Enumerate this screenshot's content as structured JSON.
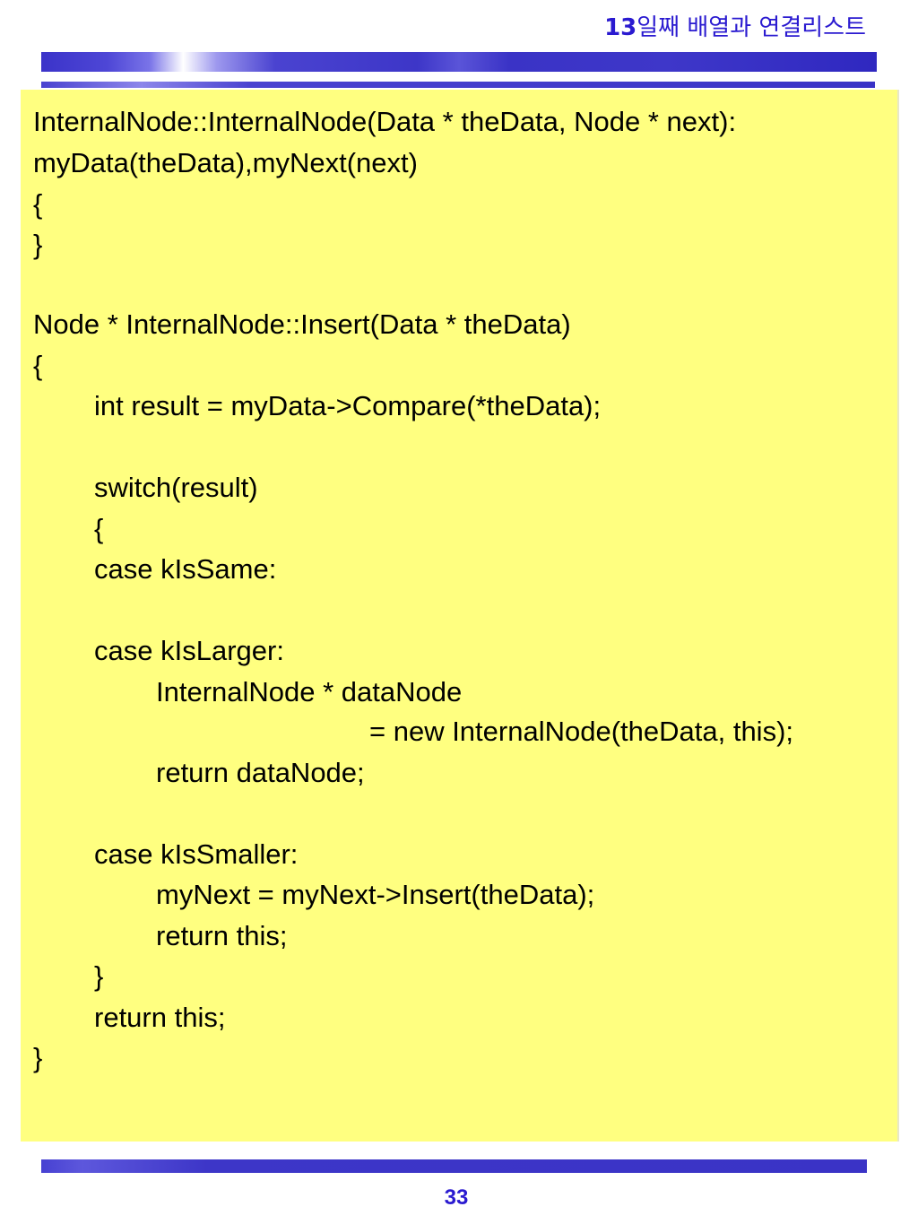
{
  "slide": {
    "title_number": "13",
    "title_text": "일째 배열과 연결리스트",
    "page_number": "33"
  },
  "code": {
    "lines": [
      "InternalNode::InternalNode(Data * theData, Node * next):",
      "myData(theData),myNext(next)",
      "{",
      "}",
      "Node * InternalNode::Insert(Data * theData)",
      "{",
      "int result = myData->Compare(*theData);",
      "switch(result)",
      "{",
      "case kIsSame:",
      "case kIsLarger:",
      "InternalNode * dataNode",
      "= new InternalNode(theData, this);",
      "return dataNode;",
      "case kIsSmaller:",
      "myNext = myNext->Insert(theData);",
      "return this;",
      "}",
      "return this;",
      "}"
    ]
  },
  "colors": {
    "accent": "#2a1ad0",
    "band": "#3a33c6",
    "panel": "#ffff80"
  }
}
